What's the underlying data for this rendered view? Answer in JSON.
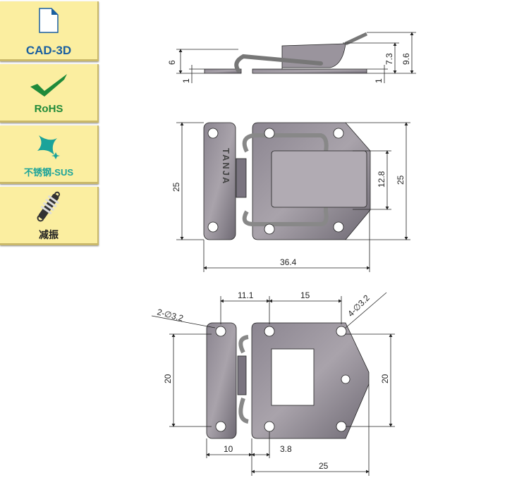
{
  "sidebar": {
    "items": [
      {
        "label": "CAD-3D",
        "icon": "document-icon",
        "color": "#1a5fa0"
      },
      {
        "label": "RoHS",
        "icon": "checkmark-icon",
        "color": "#1f8a3a"
      },
      {
        "label": "不锈钢-SUS",
        "icon": "sparkle-icon",
        "color": "#1aa39a"
      },
      {
        "label": "减振",
        "icon": "spring-shock-icon",
        "color": "#222222"
      }
    ]
  },
  "drawing": {
    "side_view": {
      "d_6": "6",
      "d_1_left": "1",
      "d_1_right": "1",
      "d_7_3": "7.3",
      "d_9_6": "9.6"
    },
    "top_view": {
      "d_25_left": "25",
      "d_25_right": "25",
      "d_12_8": "12.8",
      "d_36_4": "36.4",
      "logo": "TANJA"
    },
    "bottom_view": {
      "d_11_1": "11.1",
      "d_15": "15",
      "hole_left": "2-∅3.2",
      "hole_right": "4-∅3.2",
      "d_20_left": "20",
      "d_20_right": "20",
      "d_10": "10",
      "d_3_8": "3.8",
      "d_25": "25"
    }
  }
}
